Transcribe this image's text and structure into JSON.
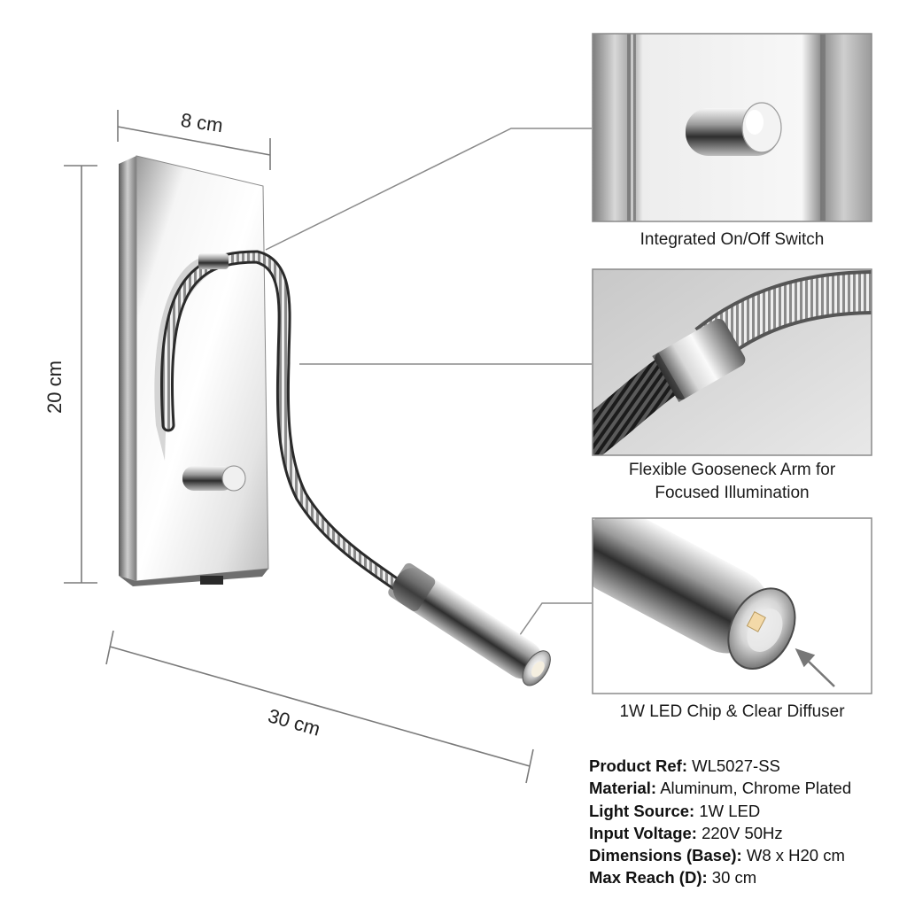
{
  "dimensions": {
    "width": "8 cm",
    "height": "20 cm",
    "reach": "30 cm"
  },
  "callouts": [
    {
      "caption": "Integrated On/Off Switch"
    },
    {
      "caption_line1": "Flexible Gooseneck Arm for",
      "caption_line2": "Focused Illumination"
    },
    {
      "caption": "1W LED Chip & Clear Diffuser"
    }
  ],
  "specs": [
    {
      "key": "Product Ref:",
      "value": "WL5027-SS"
    },
    {
      "key": "Material:",
      "value": "Aluminum, Chrome Plated"
    },
    {
      "key": "Light Source:",
      "value": "1W LED"
    },
    {
      "key": "Input Voltage:",
      "value": "220V 50Hz"
    },
    {
      "key": "Dimensions (Base):",
      "value": "W8 x H20 cm"
    },
    {
      "key": "Max Reach (D):",
      "value": "30 cm"
    }
  ],
  "colors": {
    "chrome_light": "#f2f2f2",
    "chrome_dark": "#3a3a3a",
    "dimension_line": "#777777",
    "detail_background": "#d9d9d9"
  }
}
